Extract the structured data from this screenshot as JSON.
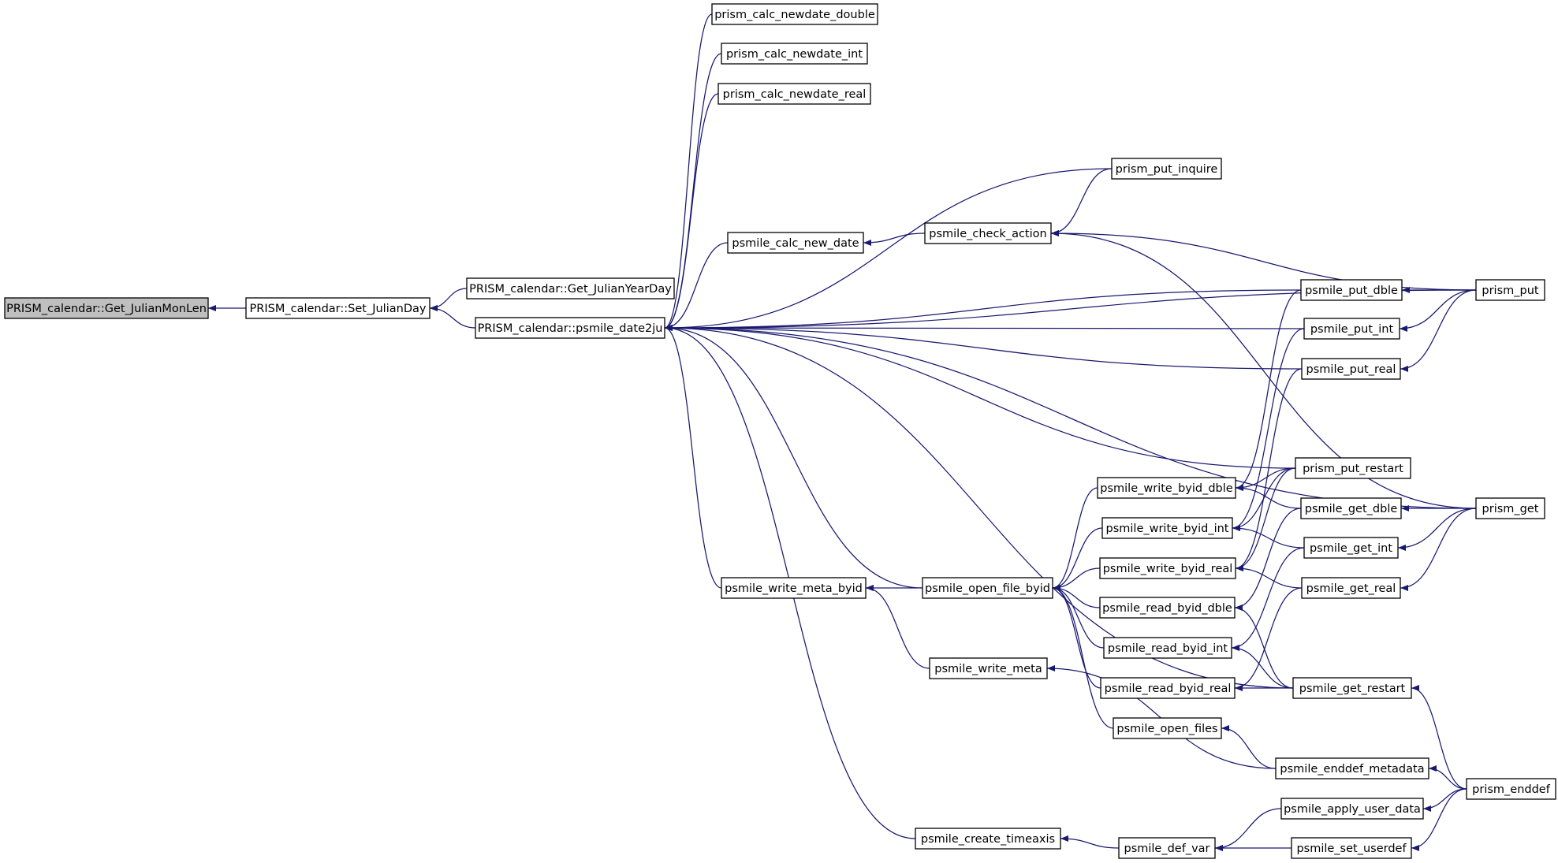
{
  "graph": {
    "nodes": [
      {
        "id": "get_julianmonlen",
        "label": "PRISM_calendar::Get_JulianMonLen",
        "root": true
      },
      {
        "id": "set_julianday",
        "label": "PRISM_calendar::Set_JulianDay"
      },
      {
        "id": "get_julianyearday",
        "label": "PRISM_calendar::Get_JulianYearDay"
      },
      {
        "id": "psmile_date2ju",
        "label": "PRISM_calendar::psmile_date2ju"
      },
      {
        "id": "prism_calc_newdate_double",
        "label": "prism_calc_newdate_double"
      },
      {
        "id": "prism_calc_newdate_int",
        "label": "prism_calc_newdate_int"
      },
      {
        "id": "prism_calc_newdate_real",
        "label": "prism_calc_newdate_real"
      },
      {
        "id": "psmile_calc_new_date",
        "label": "psmile_calc_new_date"
      },
      {
        "id": "psmile_check_action",
        "label": "psmile_check_action"
      },
      {
        "id": "prism_put_inquire",
        "label": "prism_put_inquire"
      },
      {
        "id": "psmile_put_dble",
        "label": "psmile_put_dble"
      },
      {
        "id": "psmile_put_int",
        "label": "psmile_put_int"
      },
      {
        "id": "psmile_put_real",
        "label": "psmile_put_real"
      },
      {
        "id": "prism_put",
        "label": "prism_put"
      },
      {
        "id": "prism_put_restart",
        "label": "prism_put_restart"
      },
      {
        "id": "psmile_get_dble",
        "label": "psmile_get_dble"
      },
      {
        "id": "psmile_get_int",
        "label": "psmile_get_int"
      },
      {
        "id": "psmile_get_real",
        "label": "psmile_get_real"
      },
      {
        "id": "prism_get",
        "label": "prism_get"
      },
      {
        "id": "psmile_write_byid_dble",
        "label": "psmile_write_byid_dble"
      },
      {
        "id": "psmile_write_byid_int",
        "label": "psmile_write_byid_int"
      },
      {
        "id": "psmile_write_byid_real",
        "label": "psmile_write_byid_real"
      },
      {
        "id": "psmile_read_byid_dble",
        "label": "psmile_read_byid_dble"
      },
      {
        "id": "psmile_read_byid_int",
        "label": "psmile_read_byid_int"
      },
      {
        "id": "psmile_read_byid_real",
        "label": "psmile_read_byid_real"
      },
      {
        "id": "psmile_write_meta_byid",
        "label": "psmile_write_meta_byid"
      },
      {
        "id": "psmile_open_file_byid",
        "label": "psmile_open_file_byid"
      },
      {
        "id": "psmile_write_meta",
        "label": "psmile_write_meta"
      },
      {
        "id": "psmile_open_files",
        "label": "psmile_open_files"
      },
      {
        "id": "psmile_get_restart",
        "label": "psmile_get_restart"
      },
      {
        "id": "psmile_enddef_metadata",
        "label": "psmile_enddef_metadata"
      },
      {
        "id": "prism_enddef",
        "label": "prism_enddef"
      },
      {
        "id": "psmile_apply_user_data",
        "label": "psmile_apply_user_data"
      },
      {
        "id": "psmile_create_timeaxis",
        "label": "psmile_create_timeaxis"
      },
      {
        "id": "psmile_def_var",
        "label": "psmile_def_var"
      },
      {
        "id": "psmile_set_userdef",
        "label": "psmile_set_userdef"
      }
    ],
    "edges": [
      [
        "set_julianday",
        "get_julianmonlen"
      ],
      [
        "get_julianyearday",
        "set_julianday"
      ],
      [
        "psmile_date2ju",
        "set_julianday"
      ],
      [
        "prism_calc_newdate_double",
        "psmile_date2ju"
      ],
      [
        "prism_calc_newdate_int",
        "psmile_date2ju"
      ],
      [
        "prism_calc_newdate_real",
        "psmile_date2ju"
      ],
      [
        "psmile_calc_new_date",
        "psmile_date2ju"
      ],
      [
        "prism_put_inquire",
        "psmile_date2ju"
      ],
      [
        "prism_put",
        "psmile_date2ju"
      ],
      [
        "psmile_put_dble",
        "psmile_date2ju"
      ],
      [
        "psmile_put_int",
        "psmile_date2ju"
      ],
      [
        "psmile_put_real",
        "psmile_date2ju"
      ],
      [
        "prism_get",
        "psmile_date2ju"
      ],
      [
        "prism_put_restart",
        "psmile_date2ju"
      ],
      [
        "psmile_open_file_byid",
        "psmile_date2ju"
      ],
      [
        "psmile_write_meta_byid",
        "psmile_date2ju"
      ],
      [
        "psmile_get_restart",
        "psmile_date2ju"
      ],
      [
        "psmile_create_timeaxis",
        "psmile_date2ju"
      ],
      [
        "psmile_check_action",
        "psmile_calc_new_date"
      ],
      [
        "prism_put_inquire",
        "psmile_check_action"
      ],
      [
        "prism_put",
        "psmile_check_action"
      ],
      [
        "prism_get",
        "psmile_check_action"
      ],
      [
        "prism_put",
        "psmile_put_dble"
      ],
      [
        "prism_put",
        "psmile_put_int"
      ],
      [
        "prism_put",
        "psmile_put_real"
      ],
      [
        "prism_get",
        "psmile_get_dble"
      ],
      [
        "prism_get",
        "psmile_get_int"
      ],
      [
        "prism_get",
        "psmile_get_real"
      ],
      [
        "psmile_put_dble",
        "psmile_write_byid_dble"
      ],
      [
        "prism_put_restart",
        "psmile_write_byid_dble"
      ],
      [
        "psmile_get_dble",
        "psmile_write_byid_dble"
      ],
      [
        "psmile_put_int",
        "psmile_write_byid_int"
      ],
      [
        "prism_put_restart",
        "psmile_write_byid_int"
      ],
      [
        "psmile_get_int",
        "psmile_write_byid_int"
      ],
      [
        "psmile_put_real",
        "psmile_write_byid_real"
      ],
      [
        "prism_put_restart",
        "psmile_write_byid_real"
      ],
      [
        "psmile_get_real",
        "psmile_write_byid_real"
      ],
      [
        "psmile_get_dble",
        "psmile_read_byid_dble"
      ],
      [
        "psmile_get_restart",
        "psmile_read_byid_dble"
      ],
      [
        "psmile_get_int",
        "psmile_read_byid_int"
      ],
      [
        "psmile_get_restart",
        "psmile_read_byid_int"
      ],
      [
        "psmile_get_real",
        "psmile_read_byid_real"
      ],
      [
        "psmile_get_restart",
        "psmile_read_byid_real"
      ],
      [
        "psmile_write_byid_dble",
        "psmile_open_file_byid"
      ],
      [
        "psmile_write_byid_int",
        "psmile_open_file_byid"
      ],
      [
        "psmile_write_byid_real",
        "psmile_open_file_byid"
      ],
      [
        "psmile_read_byid_dble",
        "psmile_open_file_byid"
      ],
      [
        "psmile_read_byid_int",
        "psmile_open_file_byid"
      ],
      [
        "psmile_read_byid_real",
        "psmile_open_file_byid"
      ],
      [
        "psmile_open_files",
        "psmile_open_file_byid"
      ],
      [
        "psmile_open_file_byid",
        "psmile_write_meta_byid"
      ],
      [
        "psmile_write_meta",
        "psmile_write_meta_byid"
      ],
      [
        "psmile_enddef_metadata",
        "psmile_write_meta"
      ],
      [
        "psmile_enddef_metadata",
        "psmile_open_files"
      ],
      [
        "prism_enddef",
        "psmile_enddef_metadata"
      ],
      [
        "prism_enddef",
        "psmile_get_restart"
      ],
      [
        "prism_enddef",
        "psmile_apply_user_data"
      ],
      [
        "prism_enddef",
        "psmile_set_userdef"
      ],
      [
        "psmile_def_var",
        "psmile_create_timeaxis"
      ],
      [
        "psmile_apply_user_data",
        "psmile_def_var"
      ],
      [
        "psmile_set_userdef",
        "psmile_def_var"
      ]
    ]
  }
}
